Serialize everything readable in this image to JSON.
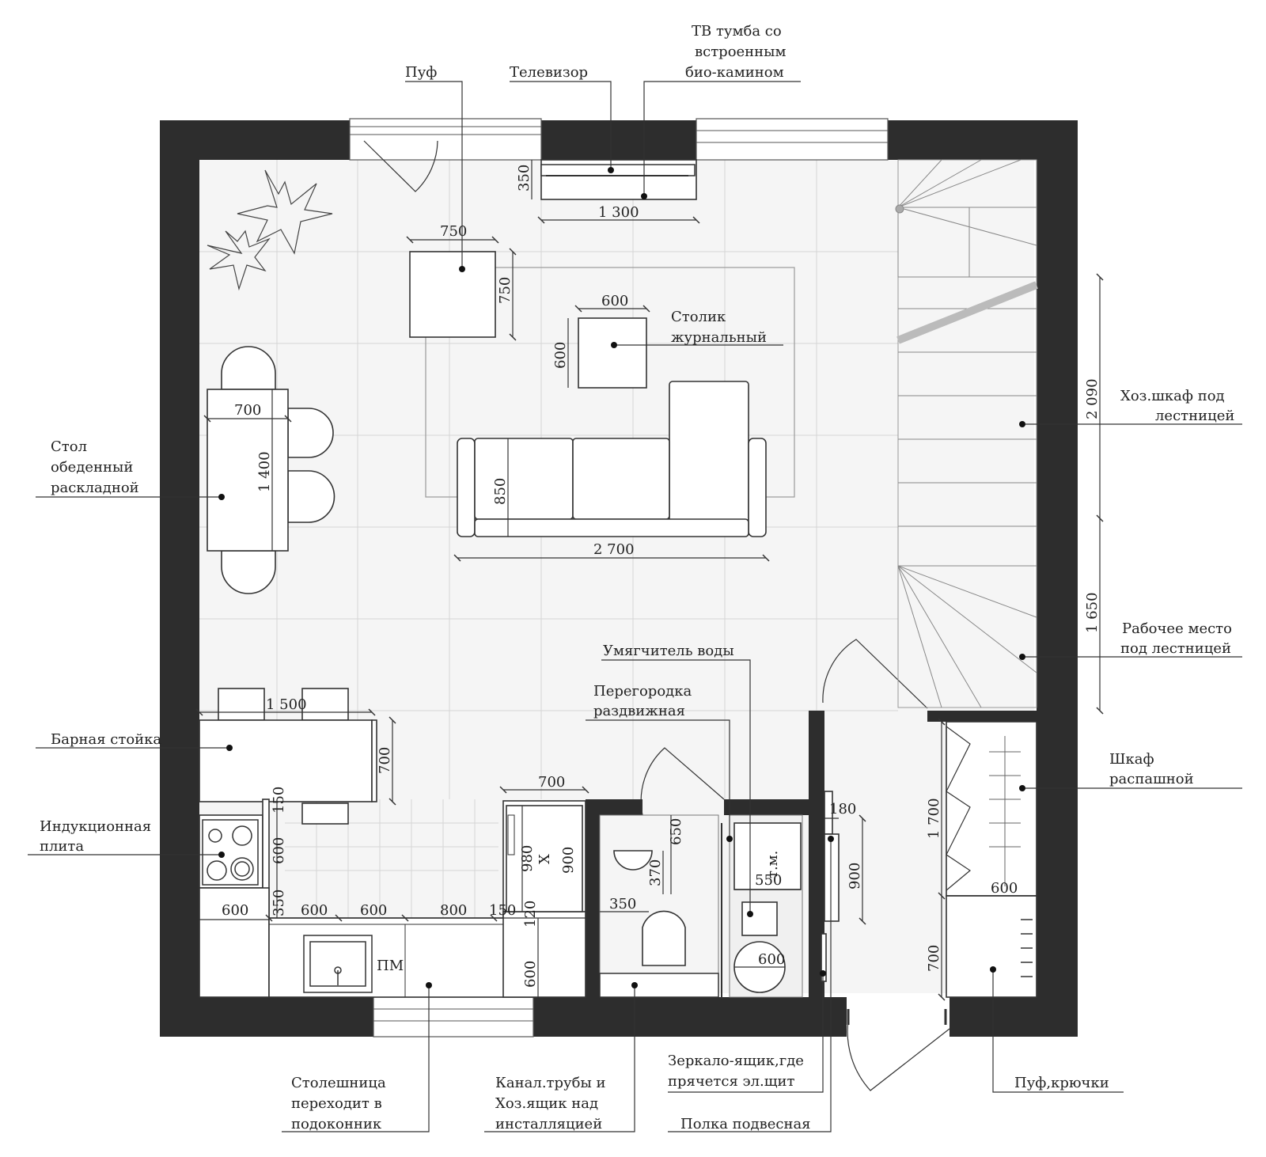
{
  "labels": {
    "puf": "Пуф",
    "tv": "Телевизор",
    "tv_stand": [
      "ТВ тумба со",
      "встроенным",
      "био-камином"
    ],
    "coffee_table": [
      "Столик",
      "журнальный"
    ],
    "dining_table": [
      "Стол",
      "обеденный",
      "раскладной"
    ],
    "storage_under_stairs": [
      "Хоз.шкаф под",
      "лестницей"
    ],
    "workplace_under_stairs": [
      "Рабочее место",
      "под лестницей"
    ],
    "water_softener": "Умягчитель воды",
    "sliding_partition": [
      "Перегородка",
      "раздвижная"
    ],
    "bar_counter": "Барная стойка",
    "induction_hob": [
      "Индукционная",
      "плита"
    ],
    "wardrobe": [
      "Шкаф",
      "распашной"
    ],
    "worktop_sill": [
      "Столешница",
      "переходит в",
      "подоконник"
    ],
    "sewer_pipes": [
      "Канал.трубы и",
      "Хоз.ящик над",
      "инсталляцией"
    ],
    "mirror_cabinet": [
      "Зеркало-ящик,где",
      "прячется эл.щит"
    ],
    "hanging_shelf": "Полка подвесная",
    "pouf_hooks": "Пуф,крючки",
    "dishwasher": "ПМ",
    "fridge": "Х",
    "washing_machine": "т.м."
  },
  "dimensions": {
    "tv_depth": "350",
    "tv_width": "1 300",
    "puf_width": "750",
    "puf_depth": "750",
    "coffee_width": "600",
    "coffee_depth": "600",
    "dining_width": "700",
    "dining_length": "1 400",
    "sofa_depth": "850",
    "sofa_width": "2 700",
    "stairs_upper": "2 090",
    "stairs_lower": "1 650",
    "bar_length": "1 500",
    "bar_depth": "700",
    "hob_gap": "150",
    "hob_depth": "600",
    "kitchen_350": "350",
    "kitchen_600a": "600",
    "kitchen_600b": "600",
    "kitchen_800": "800",
    "kitchen_150": "150",
    "kitchen_left_600": "600",
    "fridge_width": "700",
    "fridge_980": "980",
    "fridge_900": "900",
    "fridge_120": "120",
    "kitchen_bottom_600": "600",
    "sink_650": "650",
    "sink_370": "370",
    "wc_350": "350",
    "wm_550": "550",
    "shower_600": "600",
    "mirror_180": "180",
    "mirror_900": "900",
    "wardrobe_1700": "1 700",
    "wardrobe_600": "600",
    "hall_700": "700"
  }
}
